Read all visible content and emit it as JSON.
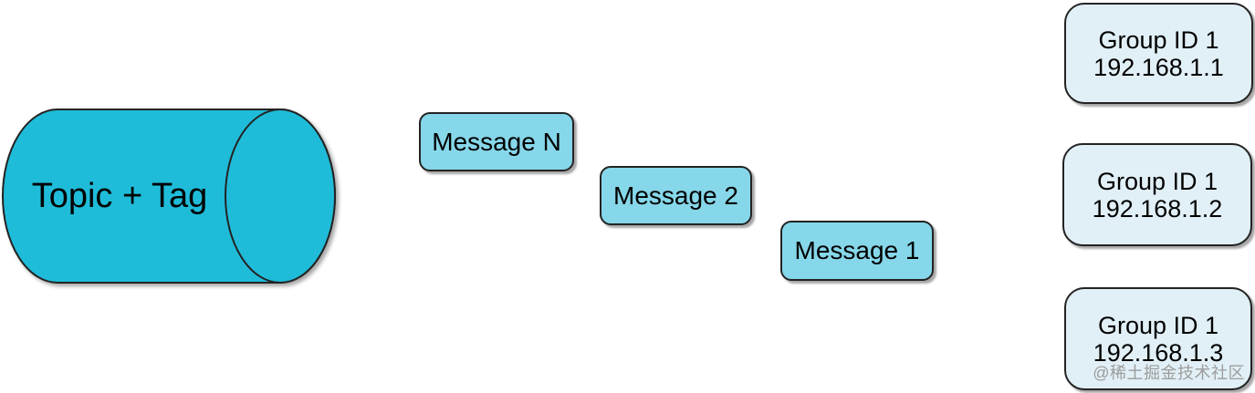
{
  "diagram": {
    "background": "#ffffff",
    "topic": {
      "label": "Topic + Tag",
      "fill": "#1FBCD9",
      "stroke": "#232323"
    },
    "message_style": {
      "fill": "#86D7E9",
      "stroke": "#232323"
    },
    "messages": [
      {
        "label": "Message N"
      },
      {
        "label": "Message 2"
      },
      {
        "label": "Message 1"
      }
    ],
    "group_style": {
      "fill": "#E1F0F6",
      "stroke": "#232323"
    },
    "groups": [
      {
        "title": "Group ID 1",
        "ip": "192.168.1.1"
      },
      {
        "title": "Group ID 1",
        "ip": "192.168.1.2"
      },
      {
        "title": "Group ID 1",
        "ip": "192.168.1.3"
      }
    ],
    "watermark": "@稀土掘金技术社区"
  }
}
